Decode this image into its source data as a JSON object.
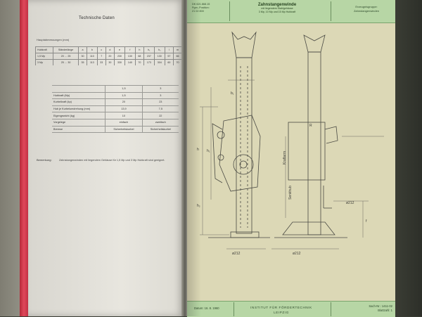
{
  "left_page": {
    "title": "Technische Daten",
    "dims_subtitle": "Hauptabmessungen (mm)",
    "dims_table": {
      "header": [
        "Hubkraft",
        "Ständerlänge",
        "a",
        "b",
        "c",
        "d",
        "e",
        "f",
        "h",
        "h₁",
        "h₂",
        "l",
        "m"
      ],
      "rows": [
        [
          "1,5 Mp",
          "20 … 25",
          "30",
          "110",
          "7",
          "20",
          "230",
          "130",
          "68",
          "237",
          "130",
          "57",
          "66"
        ],
        [
          "3 Mp",
          "25 … 30",
          "35",
          "113",
          "33",
          "30",
          "330",
          "140",
          "70",
          "173",
          "304",
          "60",
          "70"
        ]
      ]
    },
    "props_table": {
      "header": [
        "",
        "1,5",
        "3"
      ],
      "rows": [
        [
          "Hubkraft (Mp)",
          "1,5",
          "3"
        ],
        [
          "Kurbelkraft (kp)",
          "20",
          "23"
        ],
        [
          "Hub je Kurbelumdrehung (mm)",
          "13,9",
          "7,5"
        ],
        [
          "Eigengewicht (kg)",
          "10",
          "22"
        ],
        [
          "Vorgelege",
          "einfach",
          "zweifach"
        ],
        [
          "Bremse",
          "Sicherheitskurbel",
          "Sicherheitskurbel"
        ]
      ]
    },
    "remark_label": "Bemerkung:",
    "remark_text": "Zahnstangenwinden mit liegendem Gehäuse für 1,5 Mp und 3 Mp Hubkraft sind geeignet."
  },
  "header": {
    "left_lines": [
      "DK 621.868.15",
      "Pgm.-Position:",
      "21 02 800"
    ],
    "title": "Zahnstangenwinde",
    "sub_lines": [
      "mit liegendem Stahlgehäuse",
      "3 Mp, 10 Mp und 15 Mp Hubkraft"
    ],
    "right_lines": [
      "Erzeugnisgruppe:",
      "Zahnstangenwinden"
    ]
  },
  "drawing_labels": {
    "b1": "b₁",
    "h": "h",
    "h1": "h₁",
    "h2": "h₂",
    "krafthub": "Kraftarm",
    "senkhub": "Senkhub",
    "r": "R",
    "left_base": "ø212",
    "right_base": "ø212",
    "side_dim": "ø212",
    "f": "f"
  },
  "footer": {
    "date": "Datum: 16. 8. 1960",
    "institute_lines": [
      "INSTITUT FÜR FÖRDERTECHNIK",
      "LEIPZIG"
    ],
    "right_lines": [
      "Sach-Nr.: 1411-02",
      "Blattzahl: 1"
    ]
  }
}
